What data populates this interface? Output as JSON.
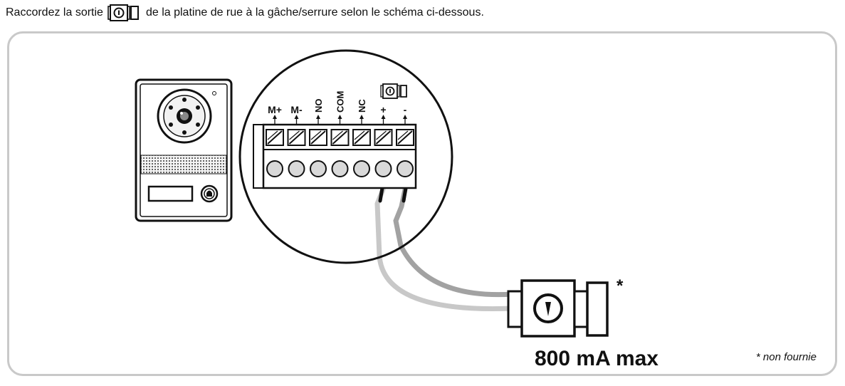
{
  "instruction": {
    "before": "Raccordez la sortie",
    "after": "de la platine de rue à la gâche/serrure selon le schéma ci-dessous."
  },
  "terminals": [
    "M+",
    "M-",
    "NO",
    "COM",
    "NC",
    "+",
    "-"
  ],
  "lock": {
    "rating": "800 mA max",
    "asterisk": "*",
    "footnote": "* non fournie"
  },
  "colors": {
    "wire_light": "#c8c8c8",
    "wire_dark": "#a2a2a2",
    "frame": "#c9c9c9"
  },
  "icons": [
    "door-lock-icon",
    "bell-button-icon",
    "camera-lens-icon"
  ]
}
